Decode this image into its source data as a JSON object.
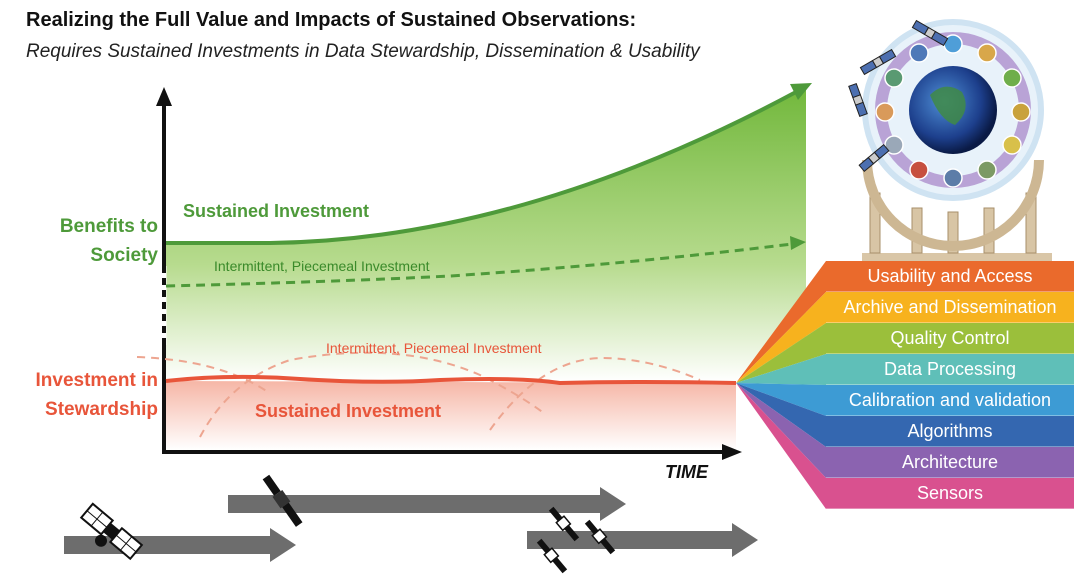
{
  "header": {
    "title": "Realizing the Full Value and Impacts of Sustained Observations:",
    "subtitle": "Requires Sustained Investments in Data Stewardship, Dissemination & Usability"
  },
  "axes": {
    "y_label_top": [
      "Benefits to",
      "Society"
    ],
    "y_label_bottom": [
      "Investment in",
      "Stewardship"
    ],
    "x_label": "TIME"
  },
  "curves": {
    "benefit_sustained": "Sustained Investment",
    "benefit_intermittent": "Intermittent, Piecemeal Investment",
    "steward_intermittent": "Intermittent, Piecemeal Investment",
    "steward_sustained": "Sustained Investment"
  },
  "layers": [
    {
      "label": "Usability and Access",
      "color": "#ea6a2c"
    },
    {
      "label": "Archive and Dissemination",
      "color": "#f7b21e"
    },
    {
      "label": "Quality Control",
      "color": "#9bbf3b"
    },
    {
      "label": "Data Processing",
      "color": "#5fbfb8"
    },
    {
      "label": "Calibration and validation",
      "color": "#3d9bd4"
    },
    {
      "label": "Algorithms",
      "color": "#3467b0"
    },
    {
      "label": "Architecture",
      "color": "#8b63b0"
    },
    {
      "label": "Sensors",
      "color": "#d9518f"
    }
  ],
  "colors": {
    "benefit_green": "#4e9a3a",
    "stewardship_red": "#e8553a",
    "timeline_gray": "#6d6d6d"
  }
}
